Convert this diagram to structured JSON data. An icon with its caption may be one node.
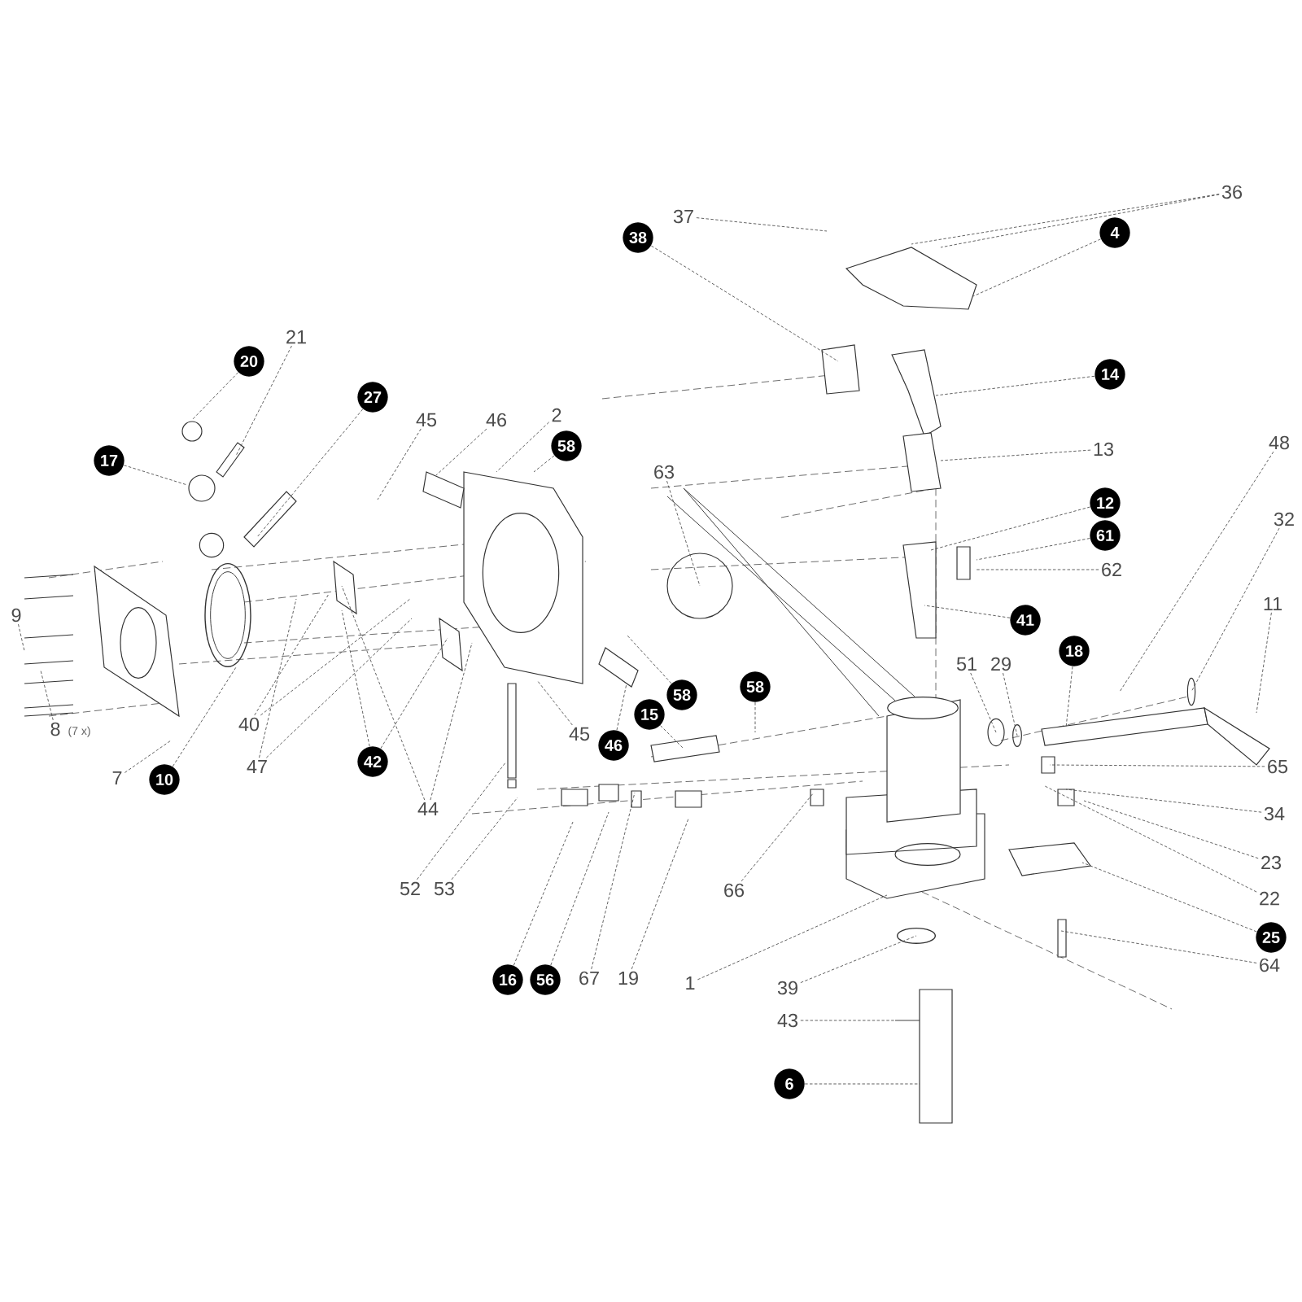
{
  "diagram": {
    "nodes": [
      {
        "text": [
          "37"
        ]
      },
      {
        "text": [
          "36"
        ]
      },
      {
        "text": [
          "4"
        ]
      },
      {
        "text": [
          "38"
        ]
      },
      {
        "text": [
          "14"
        ]
      },
      {
        "text": [
          "20"
        ]
      },
      {
        "text": [
          "21"
        ]
      },
      {
        "text": [
          "17"
        ]
      },
      {
        "text": [
          "27"
        ]
      },
      {
        "text": [
          "45"
        ]
      },
      {
        "text": [
          "46"
        ]
      },
      {
        "text": [
          "2"
        ]
      },
      {
        "text": [
          "58"
        ]
      },
      {
        "text": [
          "63"
        ]
      },
      {
        "text": [
          "13"
        ]
      },
      {
        "text": [
          "48"
        ]
      },
      {
        "text": [
          "32"
        ]
      },
      {
        "text": [
          "12"
        ]
      },
      {
        "text": [
          "61"
        ]
      },
      {
        "text": [
          "62"
        ]
      },
      {
        "text": [
          "41"
        ]
      },
      {
        "text": [
          "11"
        ]
      },
      {
        "text": [
          "9"
        ]
      },
      {
        "text": [
          "8"
        ],
        "beside": [
          "(7 x)"
        ]
      },
      {
        "text": [
          "7"
        ]
      },
      {
        "text": [
          "10"
        ]
      },
      {
        "text": [
          "40"
        ]
      },
      {
        "text": [
          "47"
        ]
      },
      {
        "text": [
          "42"
        ]
      },
      {
        "text": [
          "44"
        ]
      },
      {
        "text": [
          "45"
        ]
      },
      {
        "text": [
          "46"
        ]
      },
      {
        "text": [
          "58"
        ]
      },
      {
        "text": [
          "15"
        ]
      },
      {
        "text": [
          "58"
        ]
      },
      {
        "text": [
          "51"
        ]
      },
      {
        "text": [
          "29"
        ]
      },
      {
        "text": [
          "18"
        ]
      },
      {
        "text": [
          "52"
        ]
      },
      {
        "text": [
          "53"
        ]
      },
      {
        "text": [
          "16"
        ]
      },
      {
        "text": [
          "56"
        ]
      },
      {
        "text": [
          "67"
        ]
      },
      {
        "text": [
          "19"
        ]
      },
      {
        "text": [
          "66"
        ]
      },
      {
        "text": [
          "65"
        ]
      },
      {
        "text": [
          "34"
        ]
      },
      {
        "text": [
          "23"
        ]
      },
      {
        "text": [
          "22"
        ]
      },
      {
        "text": [
          "1"
        ]
      },
      {
        "text": [
          "25"
        ]
      },
      {
        "text": [
          "39"
        ]
      },
      {
        "text": [
          "64"
        ]
      },
      {
        "text": [
          "43"
        ]
      },
      {
        "text": [
          "6"
        ]
      }
    ],
    "edges": [
      {
        "from": 0,
        "to": null,
        "arrow": "none"
      },
      {
        "from": 1,
        "to": null,
        "arrow": "none"
      },
      {
        "from": 1,
        "to": null,
        "arrow": "none"
      },
      {
        "from": 2,
        "to": null,
        "arrow": "none"
      },
      {
        "from": 3,
        "to": null,
        "arrow": "none"
      },
      {
        "from": 4,
        "to": null,
        "arrow": "none"
      },
      {
        "from": 5,
        "to": null,
        "arrow": "none"
      },
      {
        "from": 6,
        "to": null,
        "arrow": "none"
      },
      {
        "from": 7,
        "to": null,
        "arrow": "none"
      },
      {
        "from": 8,
        "to": null,
        "arrow": "none"
      },
      {
        "from": 9,
        "to": null,
        "arrow": "none"
      },
      {
        "from": 10,
        "to": null,
        "arrow": "none"
      },
      {
        "from": 11,
        "to": null,
        "arrow": "none"
      },
      {
        "from": 12,
        "to": null,
        "arrow": "none"
      },
      {
        "from": 13,
        "to": null,
        "arrow": "none"
      },
      {
        "from": 14,
        "to": null,
        "arrow": "none"
      },
      {
        "from": 15,
        "to": null,
        "arrow": "none"
      },
      {
        "from": 16,
        "to": null,
        "arrow": "none"
      },
      {
        "from": 17,
        "to": null,
        "arrow": "none"
      },
      {
        "from": 18,
        "to": null,
        "arrow": "none"
      },
      {
        "from": 19,
        "to": null,
        "arrow": "none"
      },
      {
        "from": 20,
        "to": null,
        "arrow": "none"
      },
      {
        "from": 21,
        "to": null,
        "arrow": "none"
      },
      {
        "from": 22,
        "to": null,
        "arrow": "none"
      },
      {
        "from": 23,
        "to": null,
        "arrow": "none"
      },
      {
        "from": 24,
        "to": null,
        "arrow": "none"
      },
      {
        "from": 25,
        "to": null,
        "arrow": "none"
      },
      {
        "from": 26,
        "to": null,
        "arrow": "none"
      },
      {
        "from": 26,
        "to": null,
        "arrow": "none"
      },
      {
        "from": 27,
        "to": null,
        "arrow": "none"
      },
      {
        "from": 27,
        "to": null,
        "arrow": "none"
      },
      {
        "from": 28,
        "to": null,
        "arrow": "none"
      },
      {
        "from": 28,
        "to": null,
        "arrow": "none"
      },
      {
        "from": 29,
        "to": null,
        "arrow": "none"
      },
      {
        "from": 29,
        "to": null,
        "arrow": "none"
      },
      {
        "from": 30,
        "to": null,
        "arrow": "none"
      },
      {
        "from": 31,
        "to": null,
        "arrow": "none"
      },
      {
        "from": 32,
        "to": null,
        "arrow": "none"
      },
      {
        "from": 33,
        "to": null,
        "arrow": "none"
      },
      {
        "from": 34,
        "to": null,
        "arrow": "none"
      },
      {
        "from": 35,
        "to": null,
        "arrow": "none"
      },
      {
        "from": 36,
        "to": null,
        "arrow": "none"
      },
      {
        "from": 37,
        "to": null,
        "arrow": "none"
      },
      {
        "from": 38,
        "to": null,
        "arrow": "none"
      },
      {
        "from": 39,
        "to": null,
        "arrow": "none"
      },
      {
        "from": 40,
        "to": null,
        "arrow": "none"
      },
      {
        "from": 41,
        "to": null,
        "arrow": "none"
      },
      {
        "from": 42,
        "to": null,
        "arrow": "none"
      },
      {
        "from": 43,
        "to": null,
        "arrow": "none"
      },
      {
        "from": 44,
        "to": null,
        "arrow": "none"
      },
      {
        "from": 45,
        "to": null,
        "arrow": "none"
      },
      {
        "from": 46,
        "to": null,
        "arrow": "none"
      },
      {
        "from": 47,
        "to": null,
        "arrow": "none"
      },
      {
        "from": 48,
        "to": null,
        "arrow": "none"
      },
      {
        "from": 49,
        "to": null,
        "arrow": "none"
      },
      {
        "from": 50,
        "to": null,
        "arrow": "none"
      },
      {
        "from": 51,
        "to": null,
        "arrow": "none"
      },
      {
        "from": 52,
        "to": null,
        "arrow": "none"
      },
      {
        "from": 53,
        "to": null,
        "arrow": "none"
      },
      {
        "from": 54,
        "to": null,
        "arrow": "none"
      }
    ]
  }
}
